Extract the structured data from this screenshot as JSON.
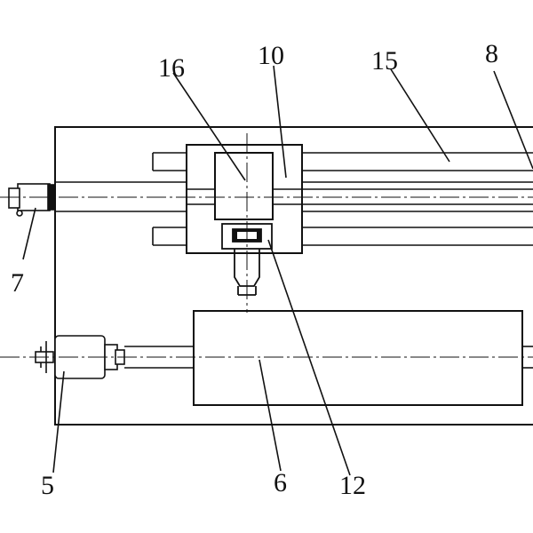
{
  "diagram": {
    "colors": {
      "line": "#111111",
      "background": "#ffffff"
    },
    "labels": {
      "part_16": "16",
      "part_10": "10",
      "part_15": "15",
      "part_8": "8",
      "part_7": "7",
      "part_5": "5",
      "part_6": "6",
      "part_12": "12"
    }
  }
}
